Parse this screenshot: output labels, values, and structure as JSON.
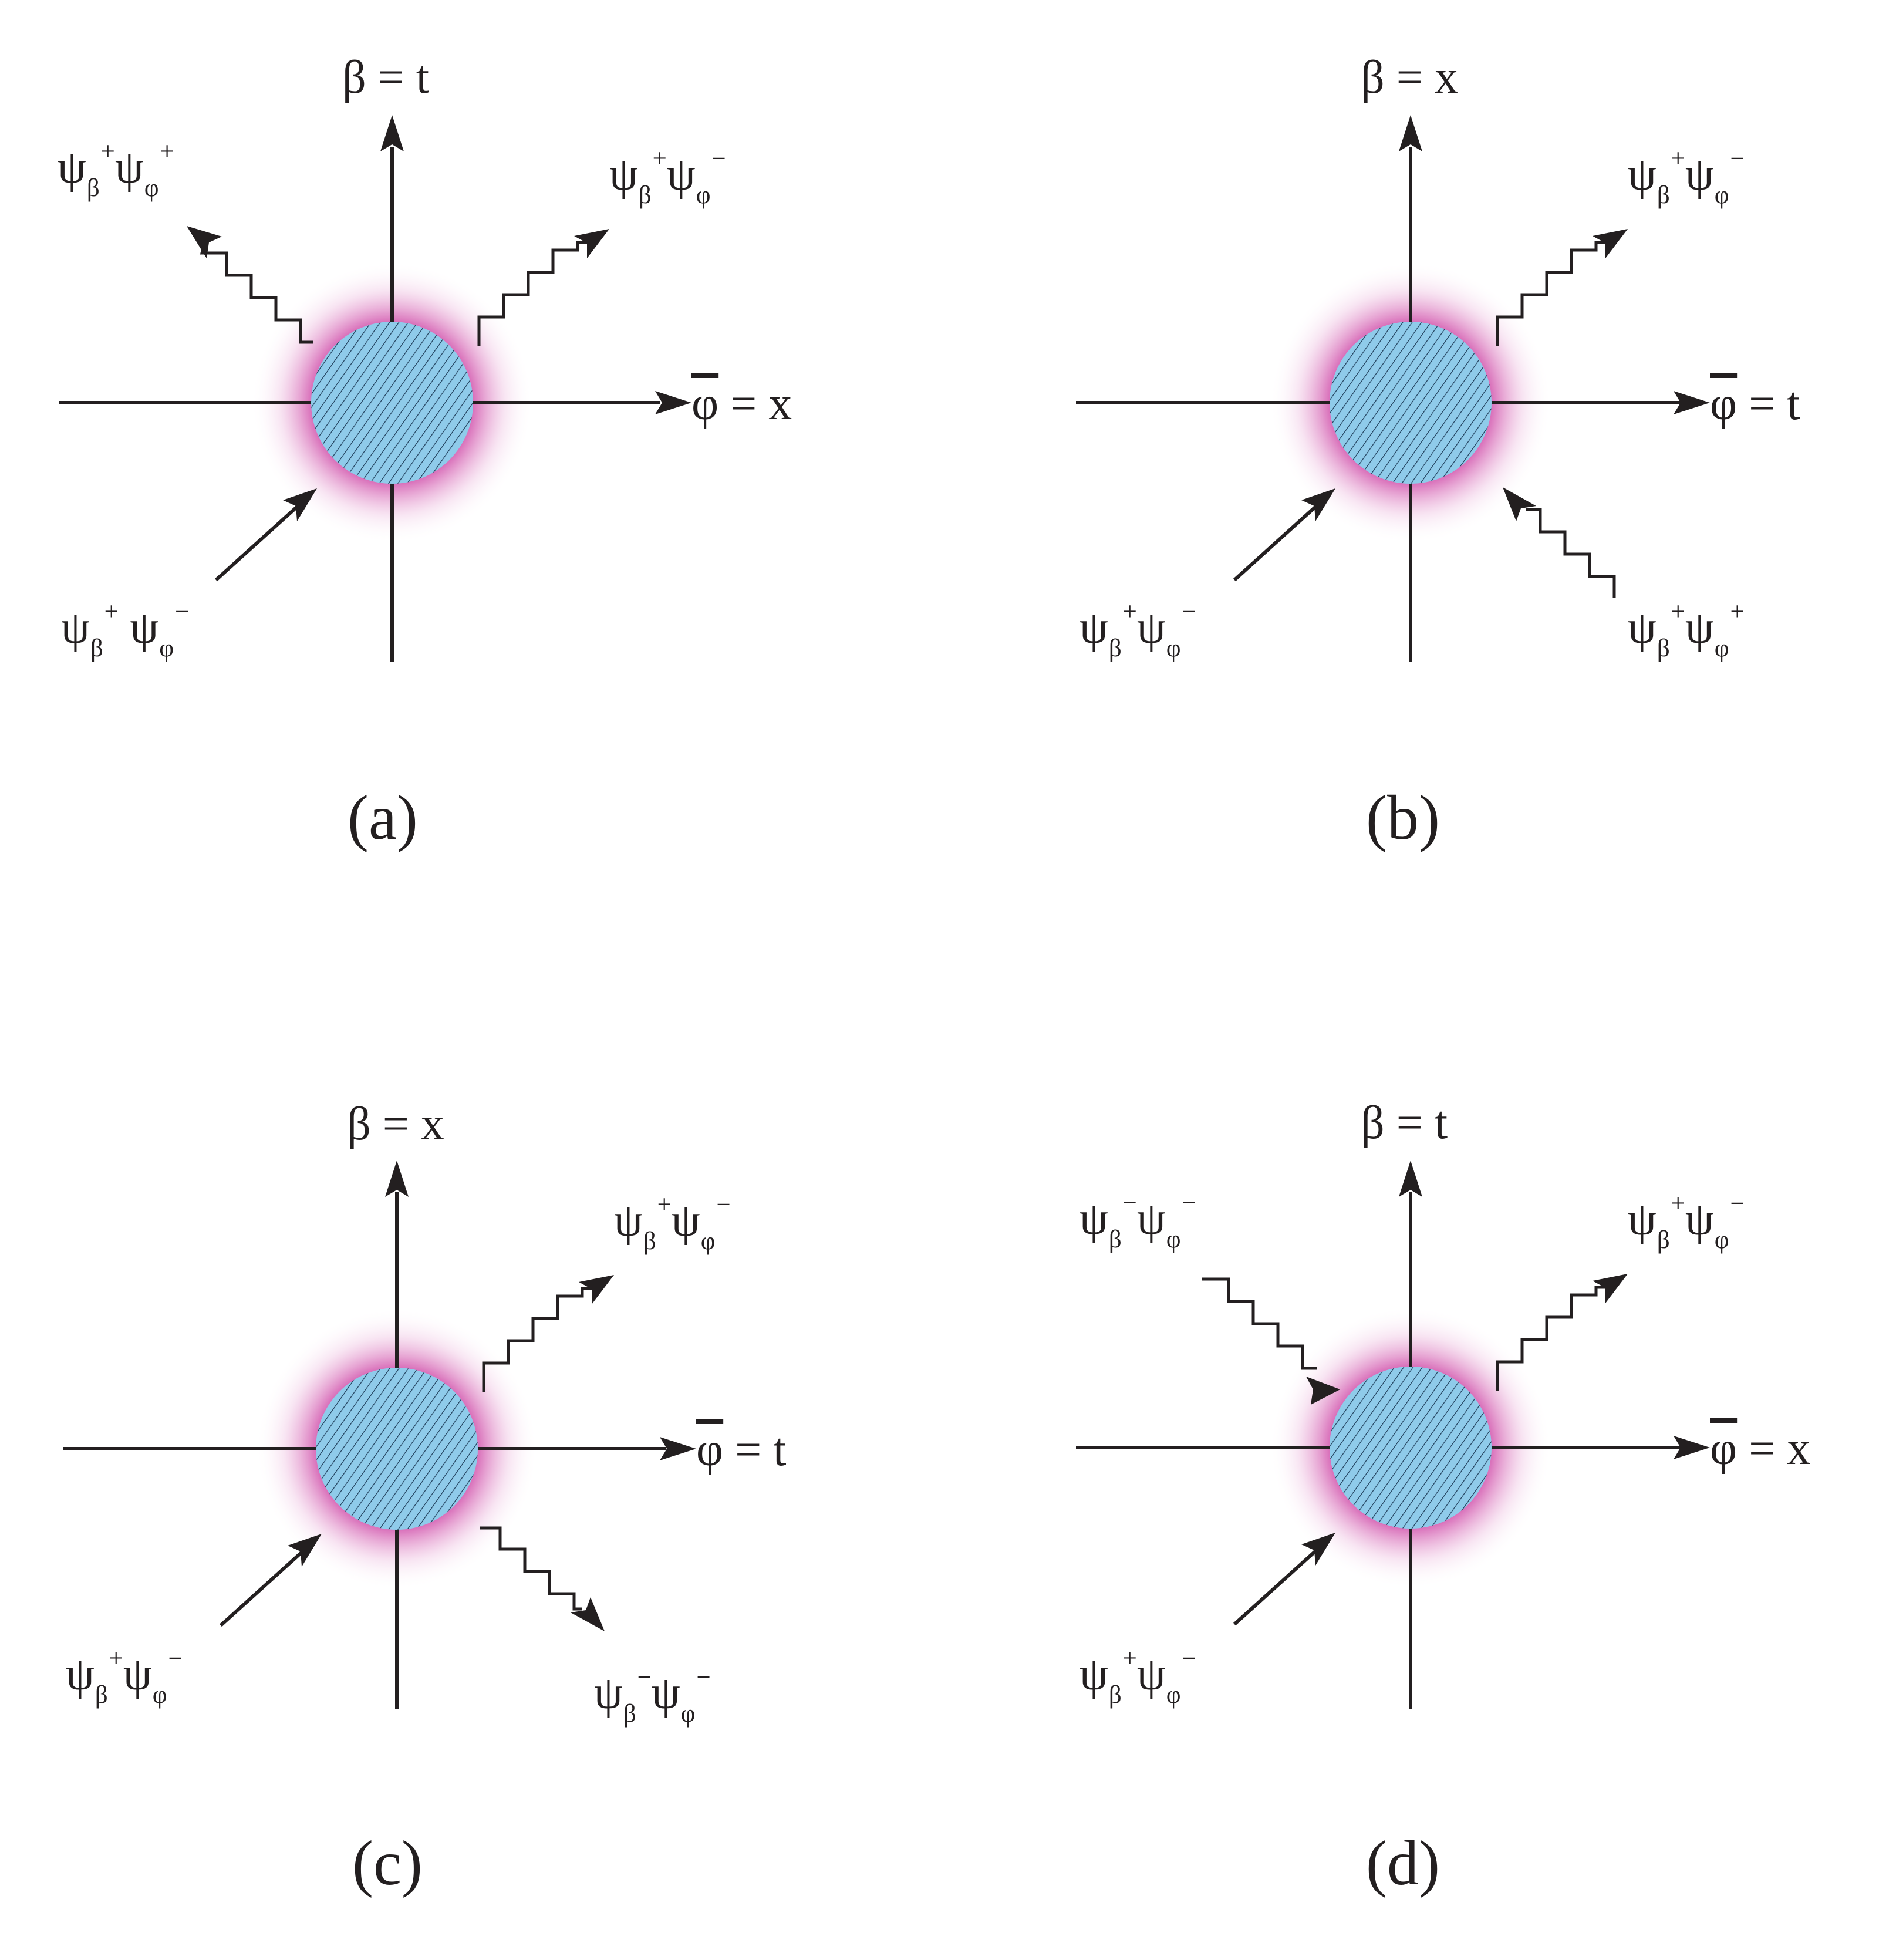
{
  "symbols": {
    "psi": "ψ",
    "beta": "β",
    "phi": "φ",
    "plus": "+",
    "minus": "−"
  },
  "panels": [
    {
      "caption": "(a)",
      "vertical_axis": {
        "lhs": "β",
        "eq": "=",
        "rhs": "t"
      },
      "horizontal_axis": {
        "lhs": "φ",
        "eq": "=",
        "rhs": "x"
      },
      "particles": [
        {
          "role": "outgoing-up-left",
          "beta_sign": "+",
          "phi_sign": "+",
          "line": "wavy"
        },
        {
          "role": "outgoing-up-right",
          "beta_sign": "+",
          "phi_sign": "−",
          "line": "wavy"
        },
        {
          "role": "incoming-lower-left",
          "beta_sign": "+",
          "phi_sign": "−",
          "line": "straight"
        }
      ]
    },
    {
      "caption": "(b)",
      "vertical_axis": {
        "lhs": "β",
        "eq": "=",
        "rhs": "x"
      },
      "horizontal_axis": {
        "lhs": "φ",
        "eq": "=",
        "rhs": "t"
      },
      "particles": [
        {
          "role": "outgoing-up-right",
          "beta_sign": "+",
          "phi_sign": "−",
          "line": "wavy"
        },
        {
          "role": "incoming-lower-left",
          "beta_sign": "+",
          "phi_sign": "−",
          "line": "straight"
        },
        {
          "role": "incoming-lower-right",
          "beta_sign": "+",
          "phi_sign": "+",
          "line": "wavy"
        }
      ]
    },
    {
      "caption": "(c)",
      "vertical_axis": {
        "lhs": "β",
        "eq": "=",
        "rhs": "x"
      },
      "horizontal_axis": {
        "lhs": "φ",
        "eq": "=",
        "rhs": "t"
      },
      "particles": [
        {
          "role": "outgoing-up-right",
          "beta_sign": "+",
          "phi_sign": "−",
          "line": "wavy"
        },
        {
          "role": "incoming-lower-left",
          "beta_sign": "+",
          "phi_sign": "−",
          "line": "straight"
        },
        {
          "role": "outgoing-lower-right",
          "beta_sign": "−",
          "phi_sign": "−",
          "line": "wavy"
        }
      ]
    },
    {
      "caption": "(d)",
      "vertical_axis": {
        "lhs": "β",
        "eq": "=",
        "rhs": "t"
      },
      "horizontal_axis": {
        "lhs": "φ",
        "eq": "=",
        "rhs": "x"
      },
      "particles": [
        {
          "role": "incoming-upper-left",
          "beta_sign": "−",
          "phi_sign": "−",
          "line": "wavy"
        },
        {
          "role": "outgoing-up-right",
          "beta_sign": "+",
          "phi_sign": "−",
          "line": "wavy"
        },
        {
          "role": "incoming-lower-left",
          "beta_sign": "+",
          "phi_sign": "−",
          "line": "straight"
        }
      ]
    }
  ],
  "colors": {
    "ink": "#231f20",
    "blob_fill": "#8fcbea",
    "blob_hatch": "#1d3b57",
    "glow": "#c2168f"
  }
}
